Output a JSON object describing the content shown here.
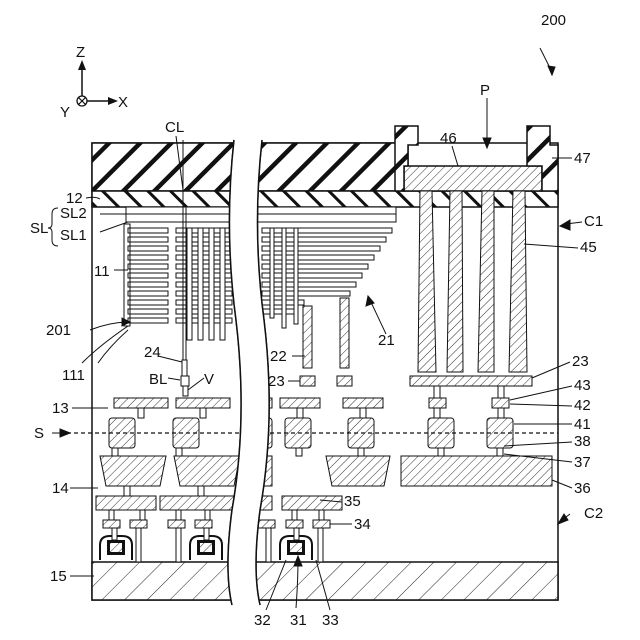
{
  "figure_number": "200",
  "axes": {
    "z": "Z",
    "x": "X",
    "y": "Y"
  },
  "labels": {
    "cl": "CL",
    "sl": "SL",
    "sl2": "SL2",
    "sl1": "SL1",
    "l12": "12",
    "l11": "11",
    "l201": "201",
    "l111": "111",
    "l24": "24",
    "bl": "BL",
    "v": "V",
    "l13": "13",
    "s": "S",
    "l14": "14",
    "l15": "15",
    "l22": "22",
    "l23a": "23",
    "l23b": "23",
    "l21": "21",
    "p": "P",
    "l46": "46",
    "l47": "47",
    "c1": "C1",
    "l45": "45",
    "l43": "43",
    "l42": "42",
    "l41": "41",
    "l38": "38",
    "l37": "37",
    "l36": "36",
    "l35": "35",
    "l34": "34",
    "c2": "C2",
    "l32": "32",
    "l31": "31",
    "l33": "33"
  }
}
